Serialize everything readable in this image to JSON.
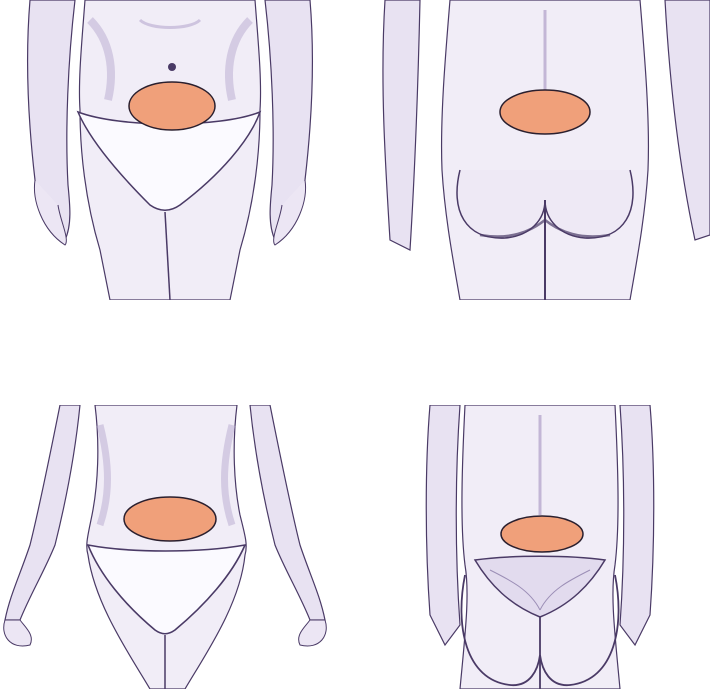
{
  "figure": {
    "panels": [
      {
        "id": "male-front",
        "view": "front",
        "figure": "male",
        "highlight": "lower-abdomen"
      },
      {
        "id": "male-back",
        "view": "back",
        "figure": "male",
        "highlight": "lower-back"
      },
      {
        "id": "female-front",
        "view": "front",
        "figure": "female",
        "highlight": "lower-abdomen"
      },
      {
        "id": "female-back",
        "view": "back",
        "figure": "female",
        "highlight": "lower-back"
      }
    ]
  },
  "colors": {
    "highlight_fill": "#f0a07a",
    "highlight_stroke": "#2a1f2e",
    "skin_shade": "#b8a9cf",
    "skin_dark": "#4a3a66",
    "underwear": "#fbfaff"
  }
}
